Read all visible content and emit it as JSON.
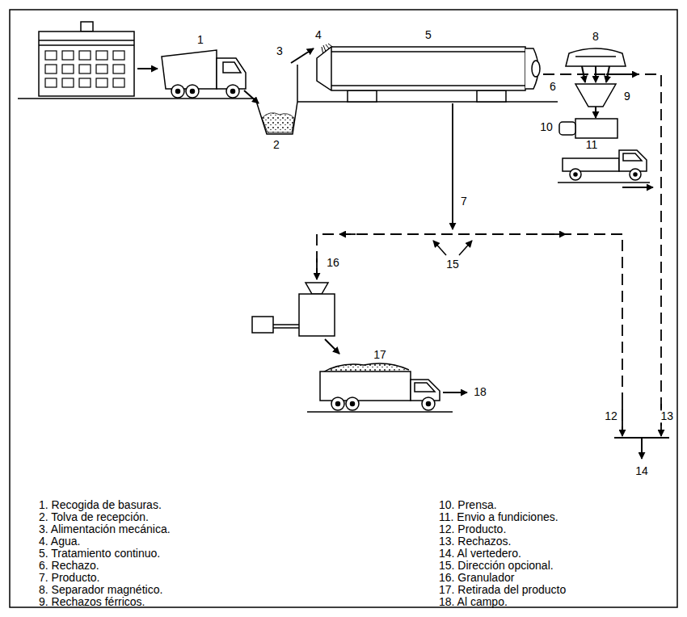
{
  "diagram": {
    "labels": [
      "1",
      "2",
      "3",
      "4",
      "5",
      "6",
      "7",
      "8",
      "9",
      "10",
      "11",
      "12",
      "13",
      "14",
      "15",
      "16",
      "17",
      "18",
      "1. Recogida de basuras.",
      "2. Tolva de recepción.",
      "3. Alimentación mecánica.",
      "4. Agua.",
      "5. Tratamiento continuo.",
      "6. Rechazo.",
      "7. Producto.",
      "8. Separador magnético.",
      "9. Rechazos férricos.",
      "10. Prensa.",
      "11. Envio a fundiciones.",
      "12. Producto.",
      "13. Rechazos.",
      "14. Al vertedero.",
      "15. Dirección opcional.",
      "16. Granulador",
      "17. Retirada del producto",
      "18. Al campo."
    ]
  }
}
